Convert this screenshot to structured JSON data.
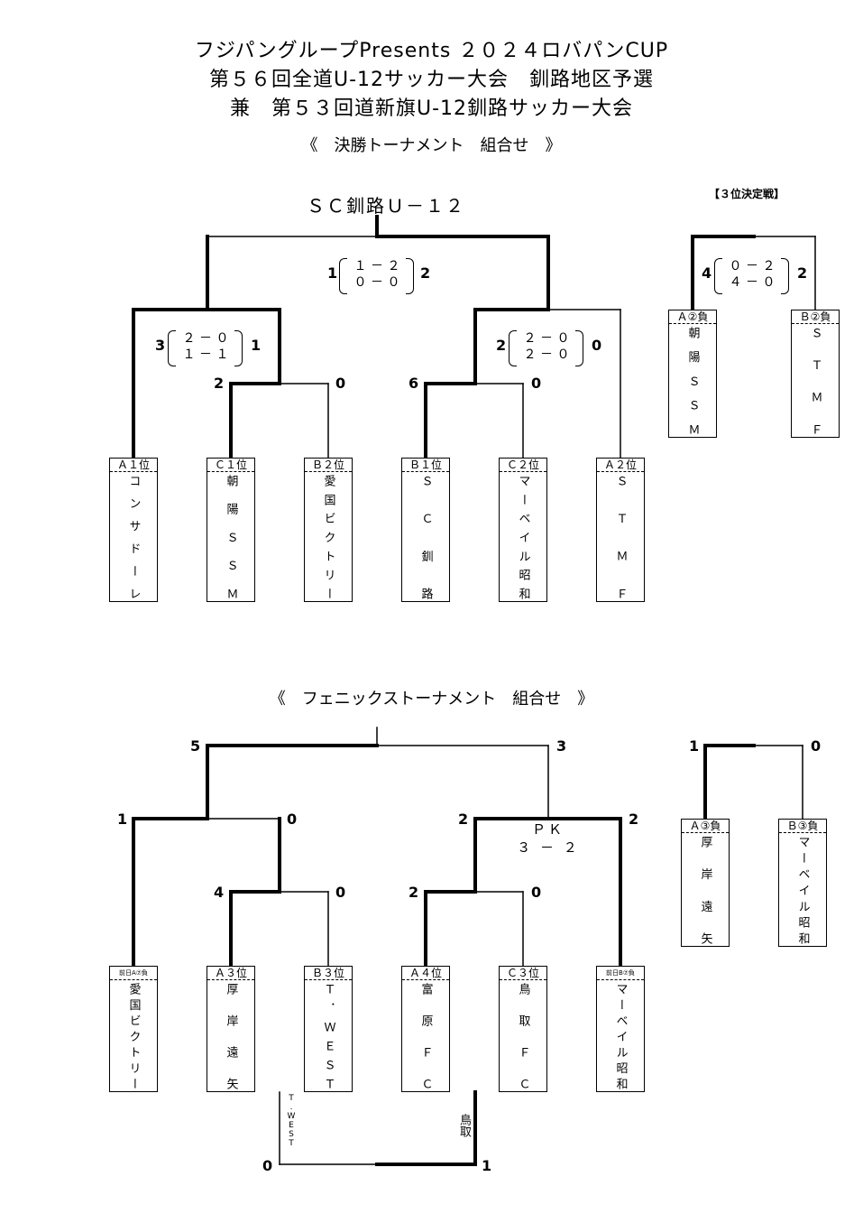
{
  "header": {
    "line1": "フジパングループPresents ２０２４ロバパンCUP",
    "line2": "第５６回全道U-12サッカー大会　釧路地区予選",
    "line3": "兼　第５３回道新旗U-12釧路サッカー大会"
  },
  "final": {
    "title": "《　決勝トーナメント　組合せ　》",
    "champion": "ＳＣ釧路Ｕ－１２",
    "final_score": {
      "left": "1",
      "right": "2",
      "h1": "１ － ２",
      "h2": "０ － ０"
    },
    "semi_left": {
      "left": "3",
      "right": "1",
      "h1": "２ － ０",
      "h2": "１ － １"
    },
    "semi_right": {
      "left": "2",
      "right": "0",
      "h1": "２ － ０",
      "h2": "２ － ０"
    },
    "qf": {
      "l1": "2",
      "r1": "0",
      "l2": "6",
      "r2": "0"
    },
    "teams": [
      {
        "seed": "Ａ１位",
        "name": "コンサドーレ"
      },
      {
        "seed": "Ｃ１位",
        "name": "朝陽ＳＳＭ"
      },
      {
        "seed": "Ｂ２位",
        "name": "愛国ビクトリー"
      },
      {
        "seed": "Ｂ１位",
        "name": "ＳＣ釧路"
      },
      {
        "seed": "Ｃ２位",
        "name": "マーベイル昭和"
      },
      {
        "seed": "Ａ２位",
        "name": "ＳＴＭＦ"
      }
    ]
  },
  "third": {
    "title": "【３位決定戦】",
    "left": "4",
    "right": "2",
    "h1": "０ － ２",
    "h2": "４ － ０",
    "teams": [
      {
        "seed": "Ａ②負",
        "name": "朝陽ＳＳＭ"
      },
      {
        "seed": "Ｂ②負",
        "name": "ＳＴＭＦ"
      }
    ]
  },
  "phoenix": {
    "title": "《　フェニックストーナメント　組合せ　》",
    "final": {
      "left": "5",
      "right": "3"
    },
    "semi": {
      "l1": "1",
      "r1": "0",
      "l2": "2",
      "r2": "2"
    },
    "pk": {
      "label": "ＰＫ",
      "score": "３ － ２"
    },
    "qf": {
      "l1": "4",
      "r1": "0",
      "l2": "2",
      "r2": "0"
    },
    "teams": [
      {
        "seed": "前日A⑦負",
        "name": "愛国ビクトリー"
      },
      {
        "seed": "Ａ３位",
        "name": "厚岸遠矢"
      },
      {
        "seed": "Ｂ３位",
        "name": "Ｔ．ＷＥＳＴ"
      },
      {
        "seed": "Ａ４位",
        "name": "富原ＦＣ"
      },
      {
        "seed": "Ｃ３位",
        "name": "鳥取ＦＣ"
      },
      {
        "seed": "前日B⑦負",
        "name": "マーベイル昭和"
      }
    ],
    "extra": {
      "left_team": "T.WEST",
      "right_team": "鳥取",
      "left_score": "0",
      "right_score": "1"
    }
  },
  "phoenix_side": {
    "left": "1",
    "right": "0",
    "teams": [
      {
        "seed": "Ａ③負",
        "name": "厚岸遠矢"
      },
      {
        "seed": "Ｂ③負",
        "name": "マーベイル昭和"
      }
    ]
  }
}
